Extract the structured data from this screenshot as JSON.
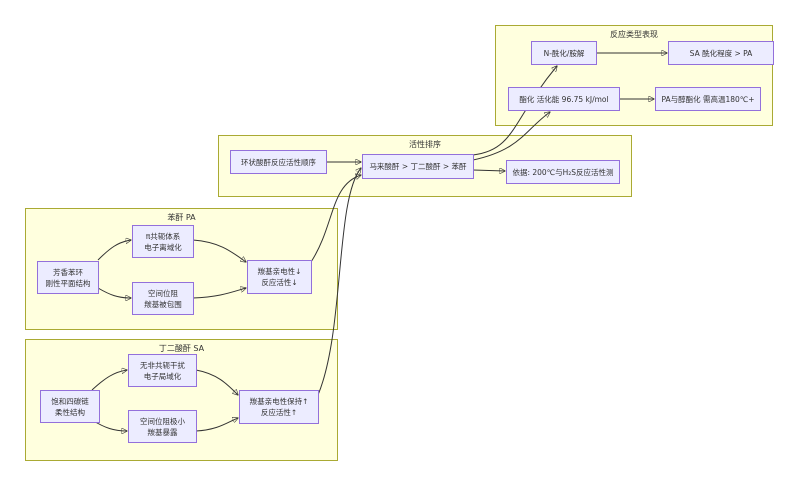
{
  "clusters": {
    "reaction": {
      "title": "反应类型表现"
    },
    "activity": {
      "title": "活性排序"
    },
    "pa": {
      "title": "苯酐 PA"
    },
    "sa": {
      "title": "丁二酸酐 SA"
    }
  },
  "nodes": {
    "n_acyl": [
      "N-酰化/胺解"
    ],
    "sa_degree": [
      "SA 酰化程度 > PA"
    ],
    "esterify": [
      "酯化 活化能 96.75 kJ/mol"
    ],
    "pa_alcohol": [
      "PA与醇酯化 需高温180℃+"
    ],
    "cyclic_order": [
      "环状酸酐反应活性顺序"
    ],
    "order_result": [
      "马来酸酐 > 丁二酸酐 > 苯酐"
    ],
    "basis": [
      "依据: 200℃与H₂S反应活性测"
    ],
    "pa_aromatic": [
      "芳香苯环",
      "刚性平面结构"
    ],
    "pa_pi": [
      "π共轭体系",
      "电子离域化"
    ],
    "pa_steric": [
      "空间位阻",
      "羰基被包围"
    ],
    "pa_electro": [
      "羰基亲电性↓",
      "反应活性↓"
    ],
    "sa_chain": [
      "饱和四碳链",
      "柔性结构"
    ],
    "sa_nopi": [
      "无非共轭干扰",
      "电子局域化"
    ],
    "sa_steric": [
      "空间位阻极小",
      "羰基暴露"
    ],
    "sa_electro": [
      "羰基亲电性保持↑",
      "反应活性↑"
    ]
  },
  "colors": {
    "cluster_fill": "#ffffde",
    "cluster_border": "#aaaa33",
    "node_fill": "#ececff",
    "node_border": "#9370db",
    "edge": "#333333"
  }
}
